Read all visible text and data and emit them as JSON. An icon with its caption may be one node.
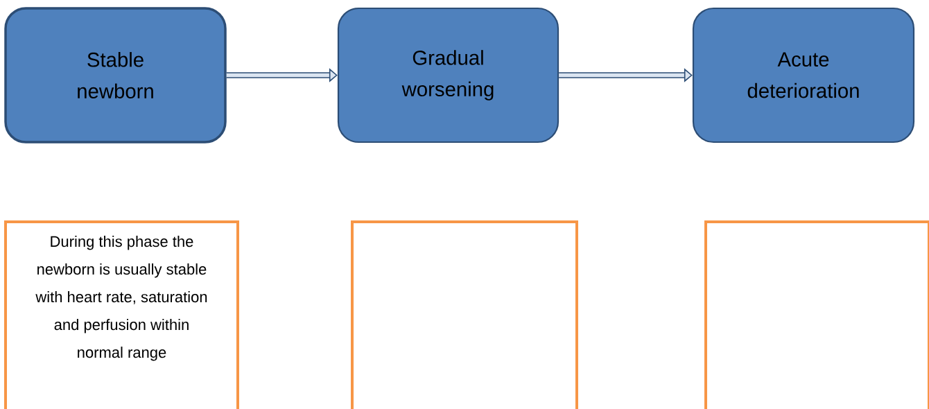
{
  "diagram": {
    "nodes": [
      {
        "text": [
          "Stable newborn"
        ]
      },
      {
        "text": [
          "Gradual worsening"
        ]
      },
      {
        "text": [
          "Acute deterioration"
        ]
      },
      {
        "text": [
          "During this phase the newborn is usually stable with heart rate, saturation and perfusion within normal range"
        ]
      },
      {
        "text": [],
        "shape": "box"
      },
      {
        "text": [],
        "shape": "box"
      }
    ],
    "edges": [
      {
        "from": 0,
        "to": 1,
        "arrow": "to"
      },
      {
        "from": 1,
        "to": 2,
        "arrow": "to"
      }
    ]
  }
}
